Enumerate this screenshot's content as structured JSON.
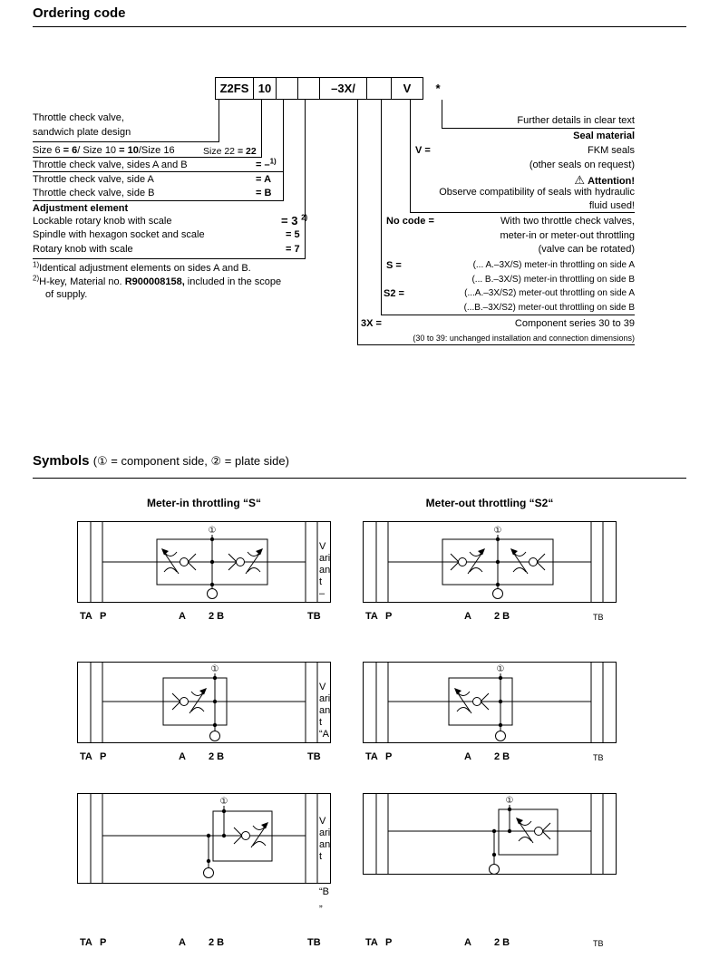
{
  "ordering": {
    "title": "Ordering code",
    "cells": [
      {
        "label": "Z2FS"
      },
      {
        "label": "10"
      },
      {
        "label": ""
      },
      {
        "label": ""
      },
      {
        "label": "–3X/"
      },
      {
        "label": ""
      },
      {
        "label": "V"
      },
      {
        "label": "*"
      }
    ],
    "left": {
      "valve_line1": "Throttle check valve,",
      "valve_line2": "sandwich plate design",
      "size_parts": [
        "Size 6 ",
        "= 6",
        "/ Size 10 ",
        "= 10",
        "/Size 16"
      ],
      "size22_label": "Size 22 ",
      "size22_code": "= 22",
      "sides_ab": "Throttle check valve, sides A and B",
      "sides_ab_code": "= –",
      "sides_ab_sup": "1)",
      "side_a": "Throttle check valve, side A",
      "side_a_code": "= A",
      "side_b": "Throttle check valve, side B",
      "side_b_code": "= B",
      "adjust_heading": "Adjustment element",
      "adj1": "Lockable rotary knob with scale",
      "adj1_code": "= 3",
      "adj1_sup": "2)",
      "adj2": "Spindle with hexagon socket and scale",
      "adj2_code": "= 5",
      "adj3": "Rotary knob with scale",
      "adj3_code": "= 7",
      "fn1_sup": "1)",
      "fn1": "Identical adjustment elements on sides A and B.",
      "fn2_sup": "2)",
      "fn2_pre": "H-key, Material no. ",
      "fn2_bold": "R900008158,",
      "fn2_post": " included in the scope",
      "fn2_line2": "of supply."
    },
    "right": {
      "further": "Further details in clear text",
      "seal_heading": "Seal material",
      "v_code": "V =",
      "v_value": "FKM seals",
      "other_seals": "(other seals on request)",
      "warning_icon": "⚠",
      "attention": "Attention!",
      "observe1": "Observe compatibility of seals with hydraulic",
      "observe2": "fluid used!",
      "nocode_code": "No code =",
      "nocode1": "With two throttle check valves,",
      "nocode2": "meter-in or meter-out throttling",
      "nocode3": "(valve can be rotated)",
      "s_code": "S =",
      "s_line1": "(... A.–3X/S) meter-in throttling on side A",
      "s_line2": "(... B.–3X/S) meter-in throttling on side B",
      "s2_code": "S2 =",
      "s2_line1": "(...A.–3X/S2) meter-out throttling on side A",
      "s2_line2": "(...B.–3X/S2) meter-out throttling on side B",
      "series_code": "3X =",
      "series1": "Component series 30 to 39",
      "series2": "(30 to 39: unchanged installation and connection dimensions)"
    }
  },
  "symbols": {
    "title": "Symbols",
    "subtitle": "(① = component side, ② = plate side)",
    "col1": "Meter-in throttling “S“",
    "col2": "Meter-out throttling “S2“",
    "marker": "①",
    "ports": {
      "ta": "TA",
      "p": "P",
      "a": "A",
      "b2": "2 B",
      "tb": "TB"
    },
    "variants": {
      "v1": [
        "V",
        "ari",
        "an",
        "t",
        "–"
      ],
      "v2": [
        "V",
        "ari",
        "an",
        "t",
        "“A"
      ],
      "v3": [
        "V",
        "ari",
        "an",
        "t"
      ],
      "v3b": [
        "“B",
        "„"
      ]
    }
  }
}
